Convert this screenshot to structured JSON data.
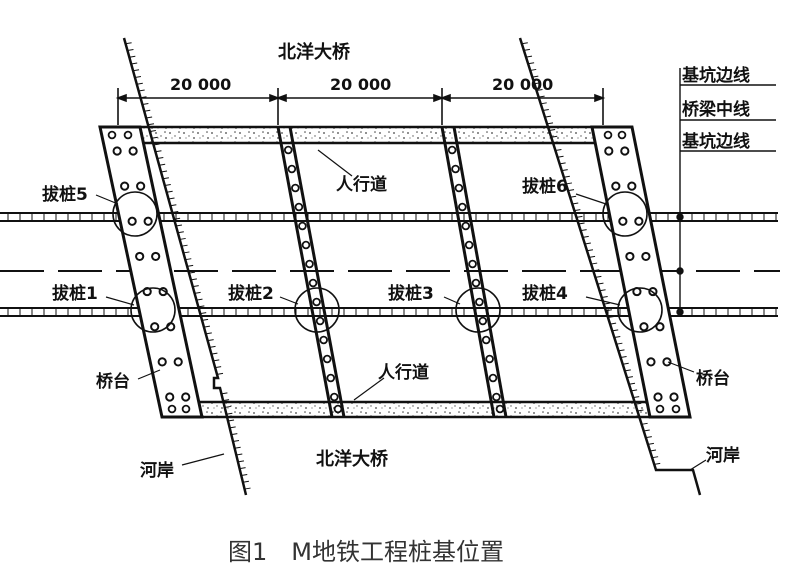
{
  "labels": {
    "bridge_top": "北洋大桥",
    "bridge_bottom": "北洋大桥",
    "dim_1": "20 000",
    "dim_2": "20 000",
    "dim_3": "20 000",
    "legend_pit_top": "基坑边线",
    "legend_bridge_center": "桥梁中线",
    "legend_pit_bottom": "基坑边线",
    "walkway_top": "人行道",
    "walkway_bottom": "人行道",
    "pile_1": "拔桩1",
    "pile_2": "拔桩2",
    "pile_3": "拔桩3",
    "pile_4": "拔桩4",
    "pile_5": "拔桩5",
    "pile_6": "拔桩6",
    "abutment_left": "桥台",
    "abutment_right": "桥台",
    "bank_left": "河岸",
    "bank_right": "河岸"
  },
  "caption": "图1　M地铁工程桩基位置",
  "colors": {
    "ink": "#111111",
    "caption": "#333333"
  }
}
